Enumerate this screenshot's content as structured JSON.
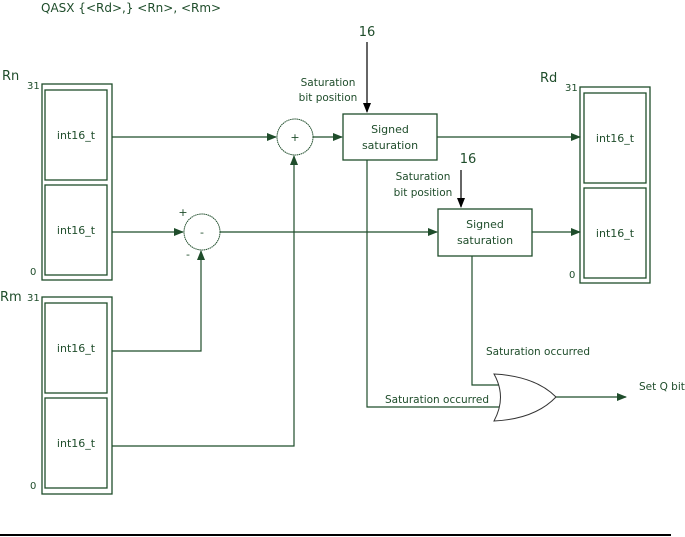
{
  "syntax": "QASX  {<Rd>,} <Rn>, <Rm>",
  "registers": {
    "rn": {
      "name": "Rn",
      "msb": "31",
      "lsb": "0",
      "upper": "int16_t",
      "lower": "int16_t"
    },
    "rm": {
      "name": "Rm",
      "msb": "31",
      "lsb": "0",
      "upper": "int16_t",
      "lower": "int16_t"
    },
    "rd": {
      "name": "Rd",
      "msb": "31",
      "lsb": "0",
      "upper": "int16_t",
      "lower": "int16_t"
    }
  },
  "adder": {
    "symbol": "+"
  },
  "subtractor": {
    "symbol": "-",
    "plus_input": "+",
    "minus_input": "-"
  },
  "saturation_upper": {
    "bit_value": "16",
    "bit_label_line1": "Saturation",
    "bit_label_line2": "bit position",
    "block_line1": "Signed",
    "block_line2": "saturation",
    "flag_label": "Saturation occurred"
  },
  "saturation_lower": {
    "bit_value": "16",
    "bit_label_line1": "Saturation",
    "bit_label_line2": "bit position",
    "block_line1": "Signed",
    "block_line2": "saturation",
    "flag_label": "Saturation occurred"
  },
  "or_gate": {
    "output_label": "Set Q bit"
  },
  "colors": {
    "stroke": "#1f4d2b",
    "text": "#1f4d2b"
  }
}
